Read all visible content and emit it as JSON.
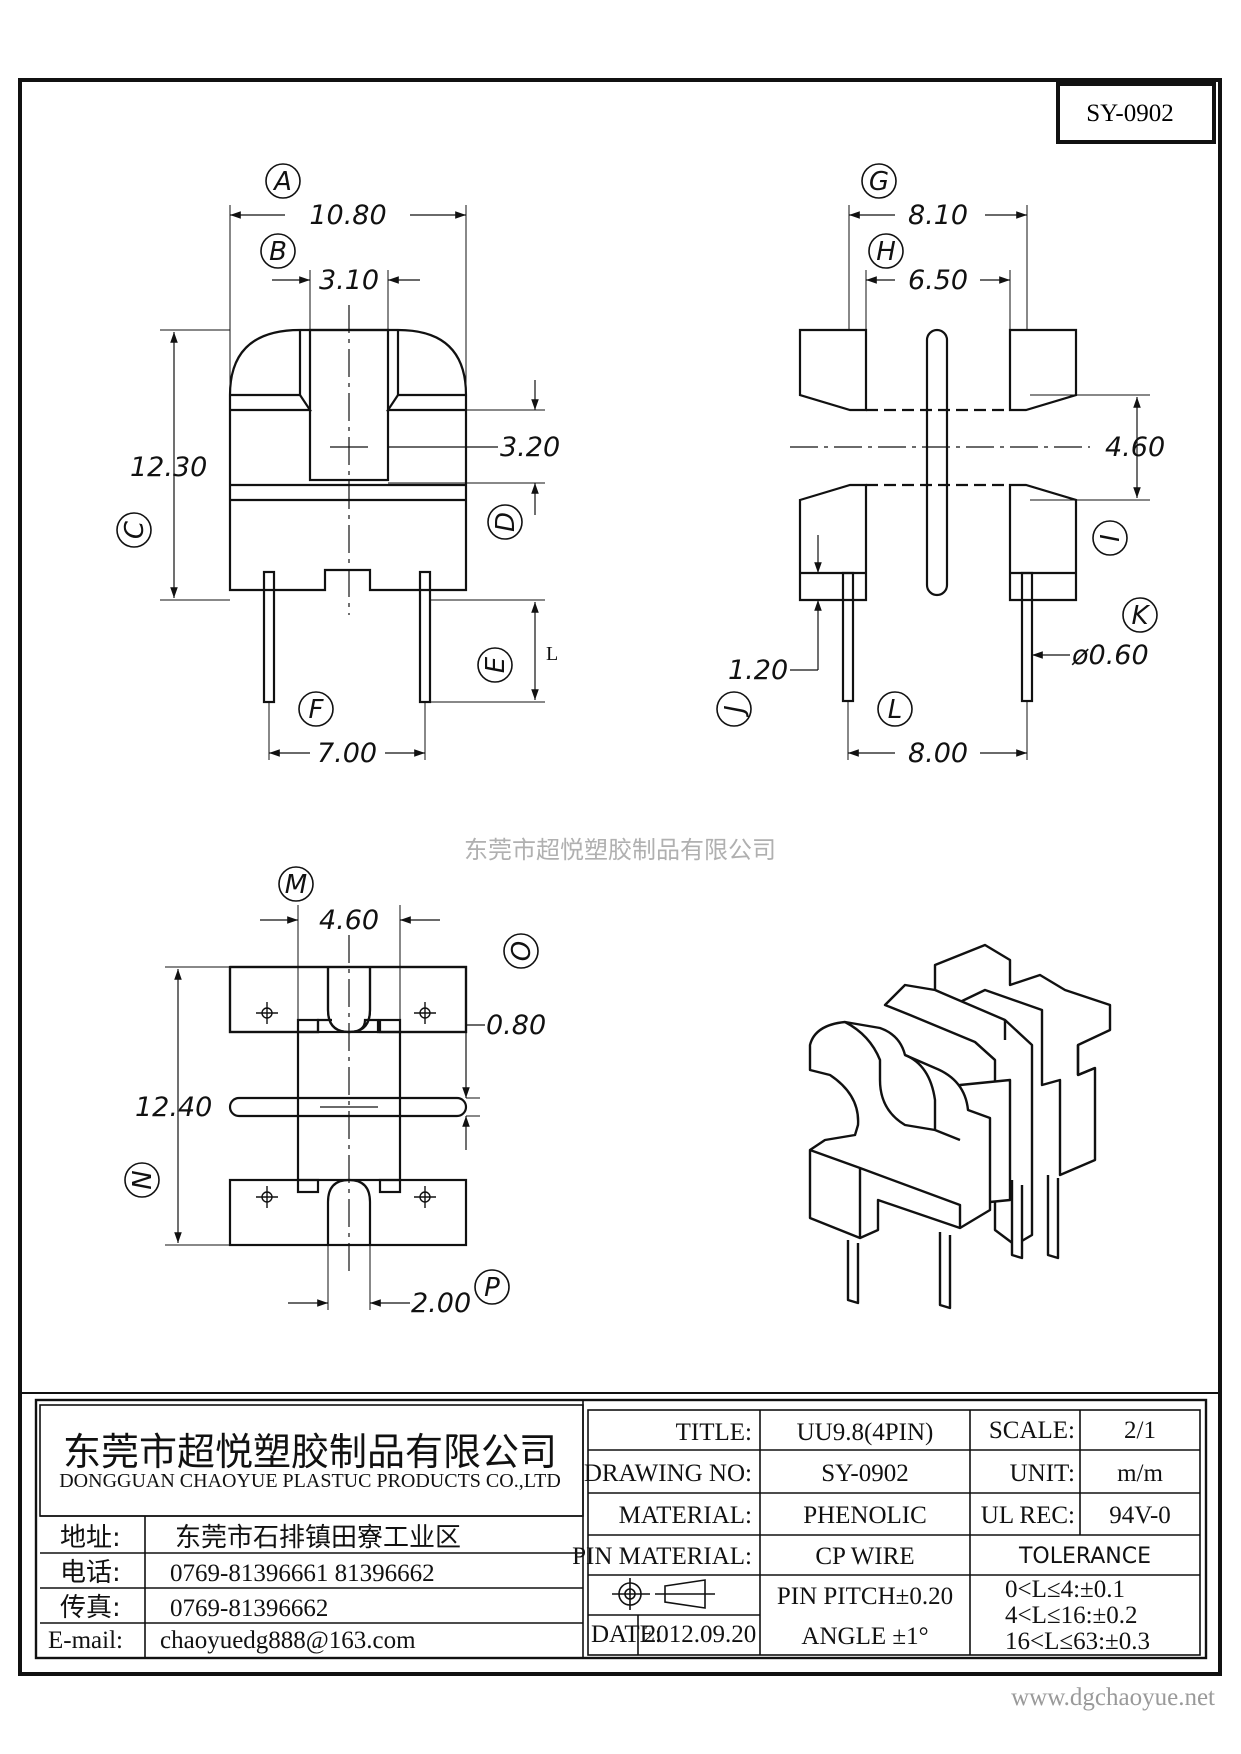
{
  "drawing_number_box": "SY-0902",
  "watermark_center": "东莞市超悦塑胶制品有限公司",
  "watermark_site": "www.dgchaoyue.net",
  "front_view": {
    "dim_a": "10.80",
    "dim_b": "3.10",
    "dim_d": "3.20",
    "dim_c": "12.30",
    "dim_f": "7.00",
    "dim_e": "L",
    "labels": [
      "A",
      "B",
      "C",
      "D",
      "E",
      "F"
    ]
  },
  "side_view": {
    "dim_g": "8.10",
    "dim_h": "6.50",
    "dim_i": "4.60",
    "dim_j": "1.20",
    "dim_k": "ø0.60",
    "dim_l": "8.00",
    "labels": [
      "G",
      "H",
      "I",
      "J",
      "K",
      "L"
    ]
  },
  "top_view": {
    "dim_m": "4.60",
    "dim_o": "0.80",
    "dim_n": "12.40",
    "dim_p": "2.00",
    "labels": [
      "M",
      "N",
      "O",
      "P"
    ]
  },
  "title_block": {
    "company_cn": "东莞市超悦塑胶制品有限公司",
    "company_en": "DONGGUAN CHAOYUE PLASTUC PRODUCTS CO.,LTD",
    "address_label": "地址:",
    "address": "东莞市石排镇田寮工业区",
    "phone_label": "电话:",
    "phone": "0769-81396661   81396662",
    "fax_label": "传真:",
    "fax": "0769-81396662",
    "email_label": "E-mail:",
    "email": "chaoyuedg888@163.com",
    "title_label": "TITLE:",
    "title": "UU9.8(4PIN)",
    "drawing_no_label": "DRAWING NO:",
    "drawing_no": "SY-0902",
    "material_label": "MATERIAL:",
    "material": "PHENOLIC",
    "pin_material_label": "PIN MATERIAL:",
    "pin_material": "CP WIRE",
    "pin_pitch": "PIN PITCH±0.20",
    "date_label": "DATE:",
    "date": "2012.09.20",
    "angle": "ANGLE  ±1°",
    "scale_label": "SCALE:",
    "scale": "2/1",
    "unit_label": "UNIT:",
    "unit": "m/m",
    "ul_label": "UL REC:",
    "ul": "94V-0",
    "tolerance_heading": "TOLERANCE",
    "tolerances": [
      "0<L≤4:±0.1",
      "4<L≤16:±0.2",
      "16<L≤63:±0.3"
    ]
  }
}
